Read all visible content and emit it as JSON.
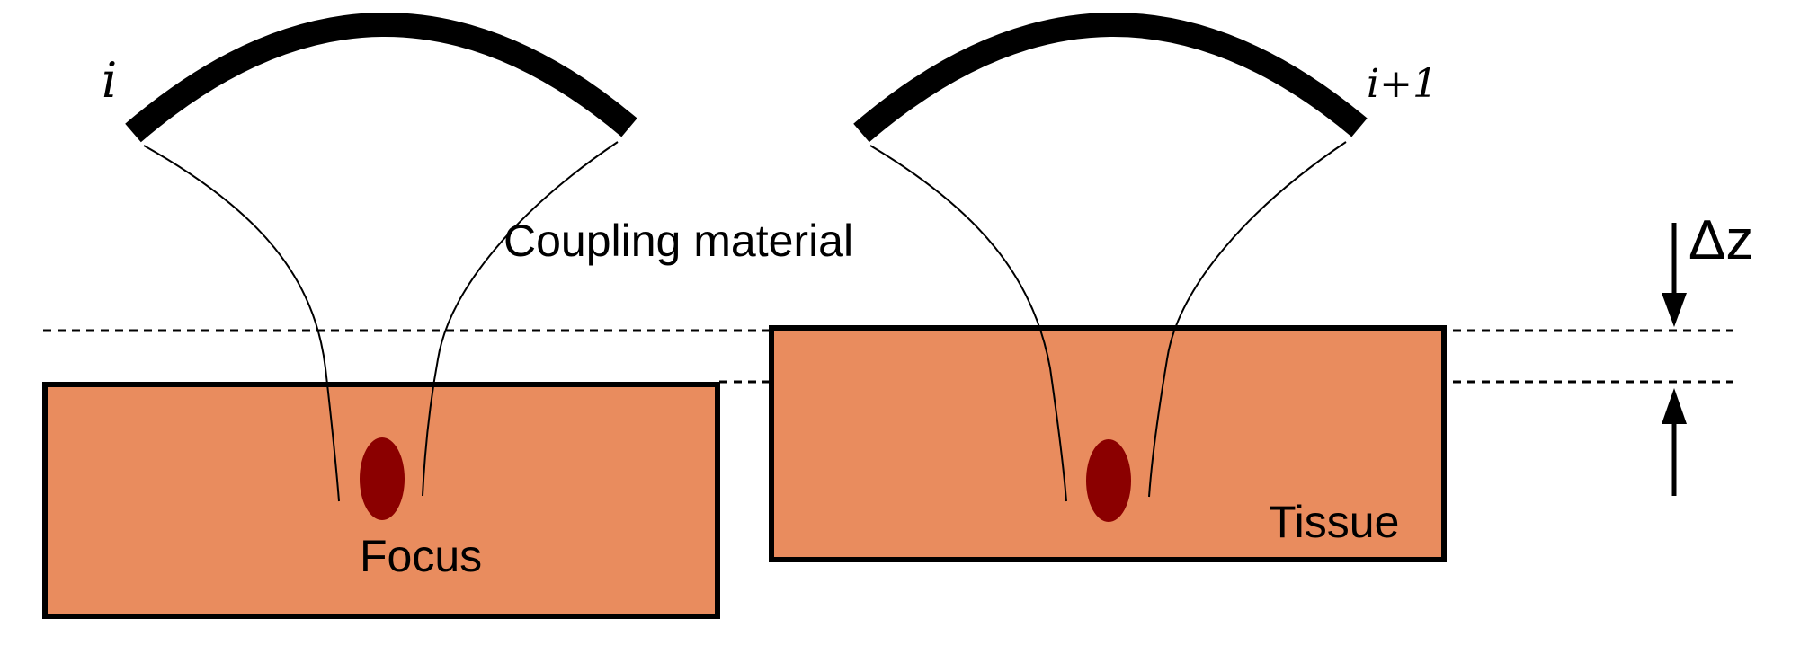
{
  "labels": {
    "transducer_left": "i",
    "transducer_right": "i+1",
    "coupling": "Coupling material",
    "focus": "Focus",
    "tissue": "Tissue",
    "delta": "Δz"
  },
  "colors": {
    "tissue_fill": "#E98C5E",
    "focus_fill": "#8B0000",
    "stroke": "#000000",
    "background": "#FFFFFF"
  }
}
